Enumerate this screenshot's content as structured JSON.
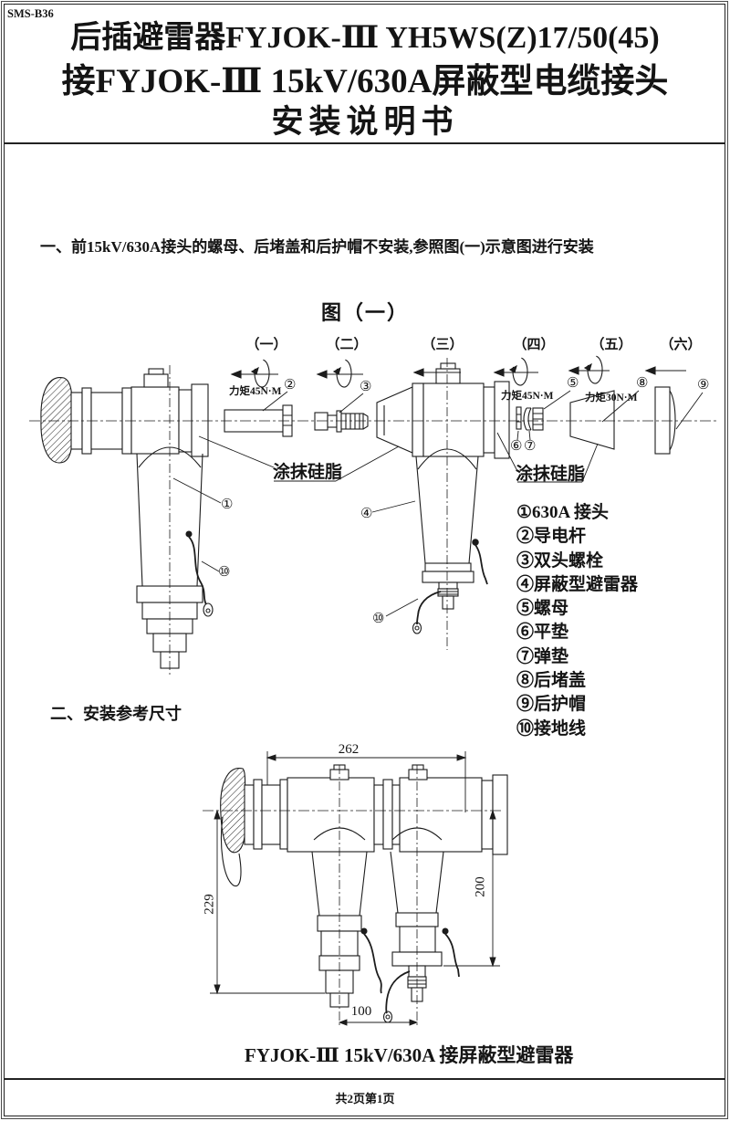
{
  "page": {
    "doc_code": "SMS-B36",
    "footer": "共2页第1页"
  },
  "header": {
    "line1": "后插避雷器FYJOK-Ⅲ YH5WS(Z)17/50(45)",
    "line2": "接FYJOK-Ⅲ 15kV/630A屏蔽型电缆接头",
    "line3": "安装说明书"
  },
  "section1": {
    "heading": "一、前15kV/630A接头的螺母、后堵盖和后护帽不安装,参照图(一)示意图进行安装",
    "figure_title": "图（一）",
    "steps": [
      "（一）",
      "（二）",
      "（三）",
      "（四）",
      "（五）",
      "（六）"
    ],
    "torques": [
      "力矩45N·M",
      "力矩45N·M",
      "力矩30N·M"
    ],
    "grease": "涂抹硅脂",
    "callouts": {
      "c1": "①",
      "c2": "②",
      "c3": "③",
      "c4": "④",
      "c5": "⑤",
      "c6": "⑥",
      "c7": "⑦",
      "c8": "⑧",
      "c9": "⑨",
      "c10": "⑩"
    },
    "legend": [
      "①630A 接头",
      "②导电杆",
      "③双头螺栓",
      "④屏蔽型避雷器",
      "⑤螺母",
      "⑥平垫",
      "⑦弹垫",
      "⑧后堵盖",
      "⑨后护帽",
      "⑩接地线"
    ]
  },
  "section2": {
    "heading": "二、安装参考尺寸",
    "dims": {
      "total_length": "262",
      "height_left": "229",
      "height_right": "200",
      "spacing": "100"
    },
    "caption": "FYJOK-Ⅲ 15kV/630A 接屏蔽型避雷器"
  }
}
